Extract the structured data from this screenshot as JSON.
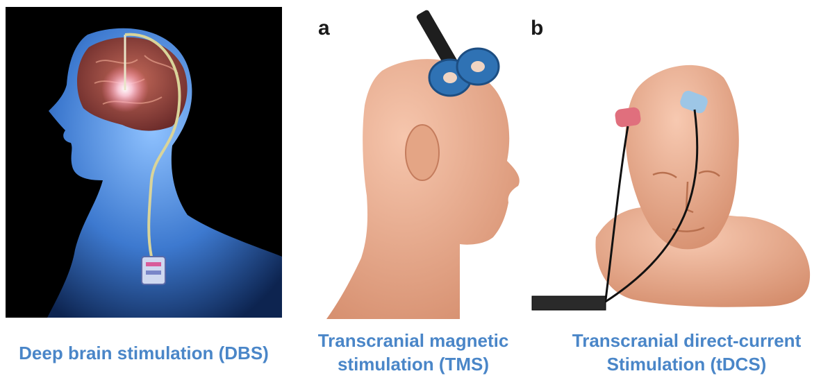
{
  "panels": {
    "tms_letter": "a",
    "tdcs_letter": "b"
  },
  "captions": {
    "dbs": [
      "Deep brain stimulation (DBS)"
    ],
    "tms": [
      "Transcranial magnetic",
      "stimulation (TMS)"
    ],
    "tdcs": [
      "Transcranial direct-current",
      "Stimulation (tDCS)"
    ]
  },
  "colors": {
    "caption": "#4a86c8",
    "skin": "#e9a98b",
    "coil": "#2f72b4",
    "anode_pad": "#e06f7d",
    "cathode_pad": "#9dc6e6",
    "dbs_body": "#3f7fd0"
  }
}
